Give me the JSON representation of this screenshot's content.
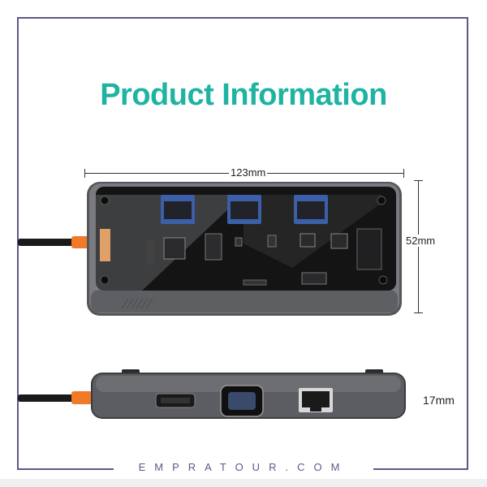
{
  "title": "Product Information",
  "dimensions": {
    "width": "123mm",
    "height": "52mm",
    "depth": "17mm"
  },
  "footer": {
    "brand": "EMPRATOUR.COM"
  },
  "colors": {
    "title": "#1fb3a2",
    "frame": "#5b5a88",
    "cable_accent": "#f07a28",
    "body_gray": "#6b6c70"
  }
}
